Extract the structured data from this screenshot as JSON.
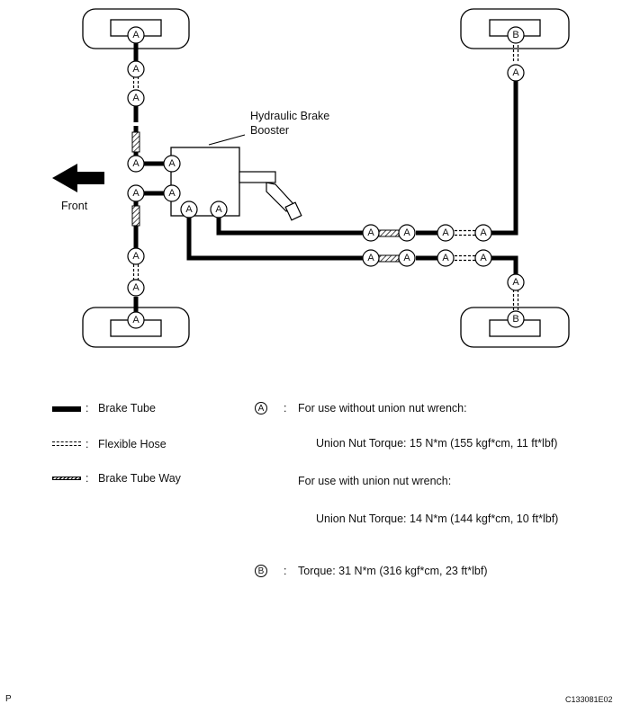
{
  "diagram": {
    "booster_label_line1": "Hydraulic Brake",
    "booster_label_line2": "Booster",
    "front_label": "Front",
    "joint_a_letter": "A",
    "joint_b_letter": "B"
  },
  "legend": {
    "separator": ":",
    "tube": "Brake Tube",
    "hose": "Flexible Hose",
    "tube_way": "Brake Tube Way"
  },
  "notes": {
    "a_badge": "A",
    "a_without_wrench": "For use without union nut wrench:",
    "a_without_torque": "Union Nut   Torque: 15 N*m (155 kgf*cm, 11 ft*lbf)",
    "a_with_wrench": "For use with union nut wrench:",
    "a_with_torque": "Union Nut   Torque: 14 N*m (144 kgf*cm, 10 ft*lbf)",
    "b_badge": "B",
    "b_torque": "Torque: 31 N*m (316 kgf*cm, 23 ft*lbf)"
  },
  "footer": {
    "left_mark": "P",
    "figure_code": "C133081E02"
  }
}
